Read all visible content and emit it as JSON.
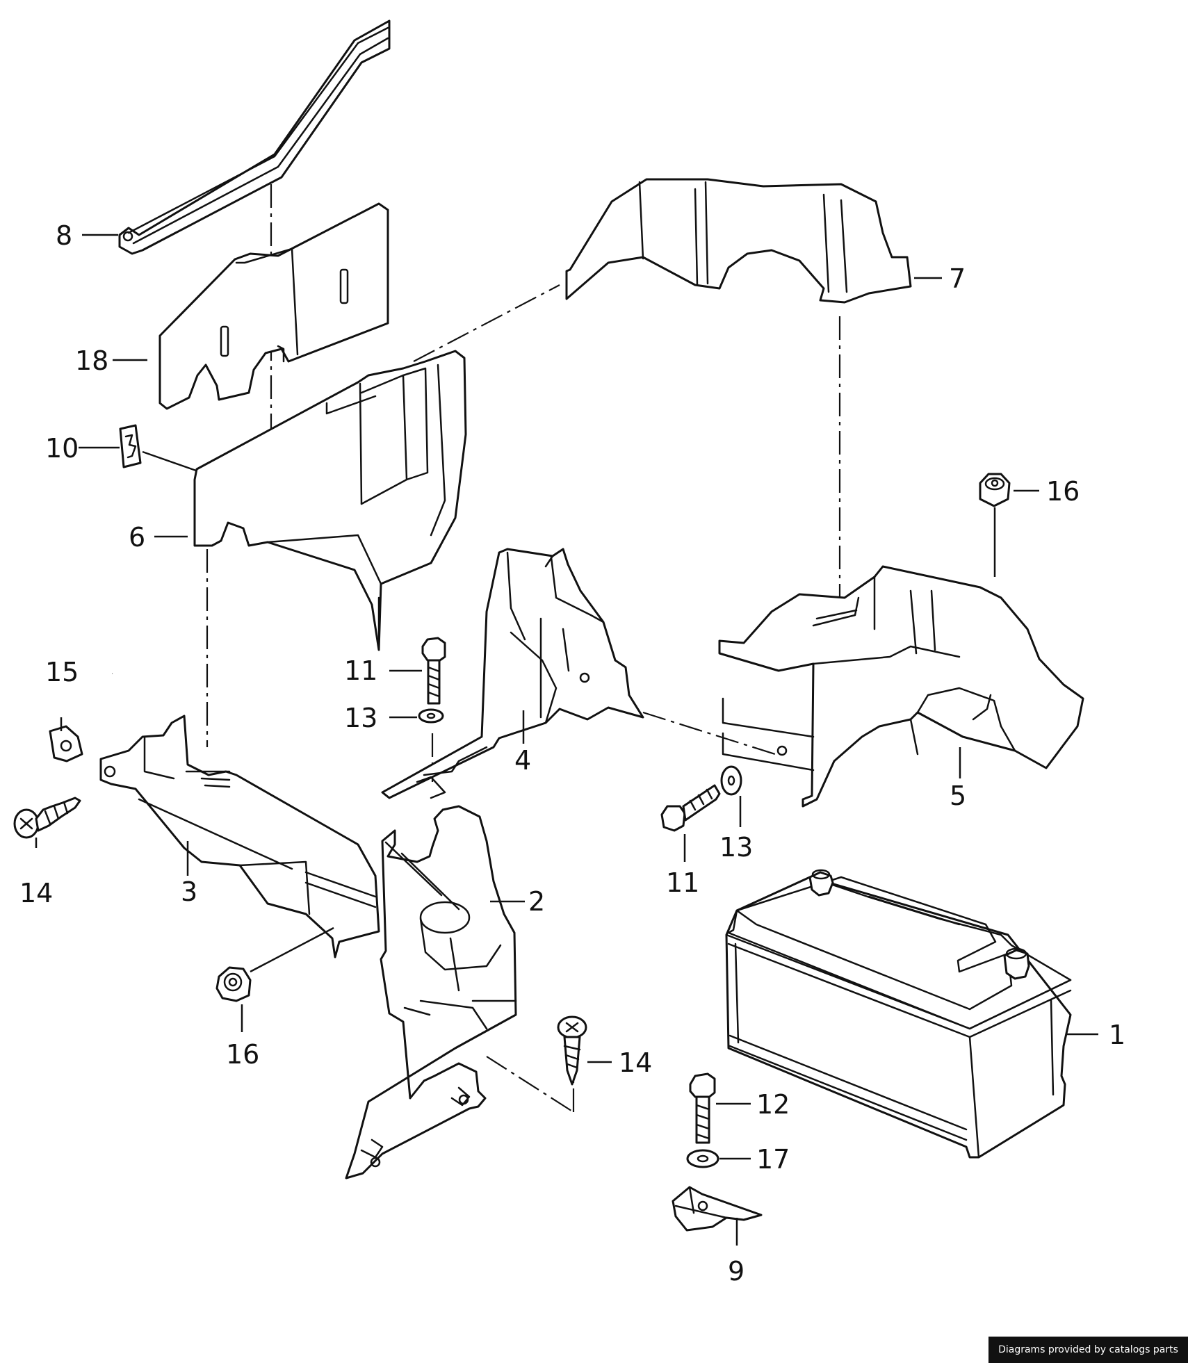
{
  "callouts": [
    {
      "id": "8",
      "label": "8"
    },
    {
      "id": "18",
      "label": "18"
    },
    {
      "id": "10",
      "label": "10"
    },
    {
      "id": "6",
      "label": "6"
    },
    {
      "id": "7",
      "label": "7"
    },
    {
      "id": "16a",
      "label": "16"
    },
    {
      "id": "11a",
      "label": "11"
    },
    {
      "id": "13a",
      "label": "13"
    },
    {
      "id": "4",
      "label": "4"
    },
    {
      "id": "5",
      "label": "5"
    },
    {
      "id": "15",
      "label": "15"
    },
    {
      "id": "14a",
      "label": "14"
    },
    {
      "id": "3",
      "label": "3"
    },
    {
      "id": "11b",
      "label": "11"
    },
    {
      "id": "13b",
      "label": "13"
    },
    {
      "id": "2",
      "label": "2"
    },
    {
      "id": "16b",
      "label": "16"
    },
    {
      "id": "14b",
      "label": "14"
    },
    {
      "id": "1",
      "label": "1"
    },
    {
      "id": "12",
      "label": "12"
    },
    {
      "id": "17",
      "label": "17"
    },
    {
      "id": "9",
      "label": "9"
    }
  ],
  "credit": "Diagrams provided by catalogs parts"
}
